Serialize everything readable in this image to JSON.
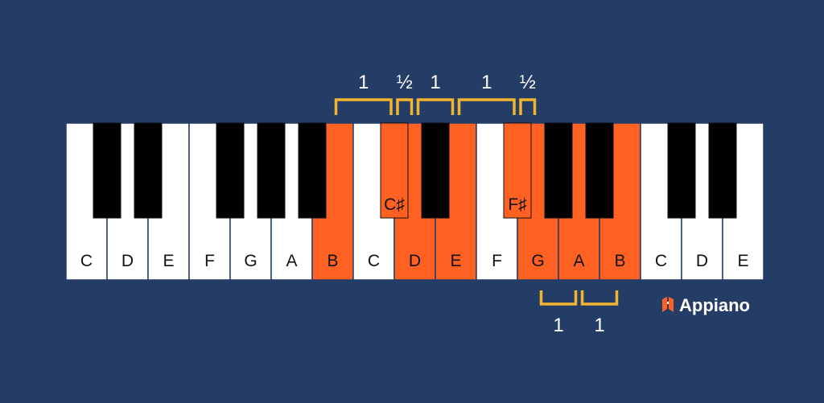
{
  "colors": {
    "background": "#243d66",
    "white_key": "#ffffff",
    "black_key": "#000000",
    "highlight": "#ff6122",
    "bracket": "#f1b42f",
    "label_text": "#111111",
    "interval_text": "#ffffff"
  },
  "keyboard": {
    "white_keys": [
      {
        "note": "C",
        "highlighted": false
      },
      {
        "note": "D",
        "highlighted": false
      },
      {
        "note": "E",
        "highlighted": false
      },
      {
        "note": "F",
        "highlighted": false
      },
      {
        "note": "G",
        "highlighted": false
      },
      {
        "note": "A",
        "highlighted": false
      },
      {
        "note": "B",
        "highlighted": true
      },
      {
        "note": "C",
        "highlighted": false
      },
      {
        "note": "D",
        "highlighted": true
      },
      {
        "note": "E",
        "highlighted": true
      },
      {
        "note": "F",
        "highlighted": false
      },
      {
        "note": "G",
        "highlighted": true
      },
      {
        "note": "A",
        "highlighted": true
      },
      {
        "note": "B",
        "highlighted": true
      },
      {
        "note": "C",
        "highlighted": false
      },
      {
        "note": "D",
        "highlighted": false
      },
      {
        "note": "E",
        "highlighted": false
      }
    ],
    "black_keys": [
      {
        "after_white": 0,
        "label": "",
        "highlighted": false
      },
      {
        "after_white": 1,
        "label": "",
        "highlighted": false
      },
      {
        "after_white": 3,
        "label": "",
        "highlighted": false
      },
      {
        "after_white": 4,
        "label": "",
        "highlighted": false
      },
      {
        "after_white": 5,
        "label": "",
        "highlighted": false
      },
      {
        "after_white": 7,
        "label": "C♯",
        "highlighted": true
      },
      {
        "after_white": 8,
        "label": "",
        "highlighted": false
      },
      {
        "after_white": 10,
        "label": "F♯",
        "highlighted": true
      },
      {
        "after_white": 11,
        "label": "",
        "highlighted": false
      },
      {
        "after_white": 12,
        "label": "",
        "highlighted": false
      },
      {
        "after_white": 14,
        "label": "",
        "highlighted": false
      },
      {
        "after_white": 15,
        "label": "",
        "highlighted": false
      }
    ]
  },
  "intervals_top": [
    {
      "label": "1",
      "from": "B",
      "to": "C♯"
    },
    {
      "label": "½",
      "from": "C♯",
      "to": "D"
    },
    {
      "label": "1",
      "from": "D",
      "to": "E"
    },
    {
      "label": "1",
      "from": "E",
      "to": "F♯"
    },
    {
      "label": "½",
      "from": "F♯",
      "to": "G"
    }
  ],
  "intervals_bottom": [
    {
      "label": "1",
      "from": "G",
      "to": "A"
    },
    {
      "label": "1",
      "from": "A",
      "to": "B"
    }
  ],
  "logo": {
    "text": "Appiano"
  }
}
